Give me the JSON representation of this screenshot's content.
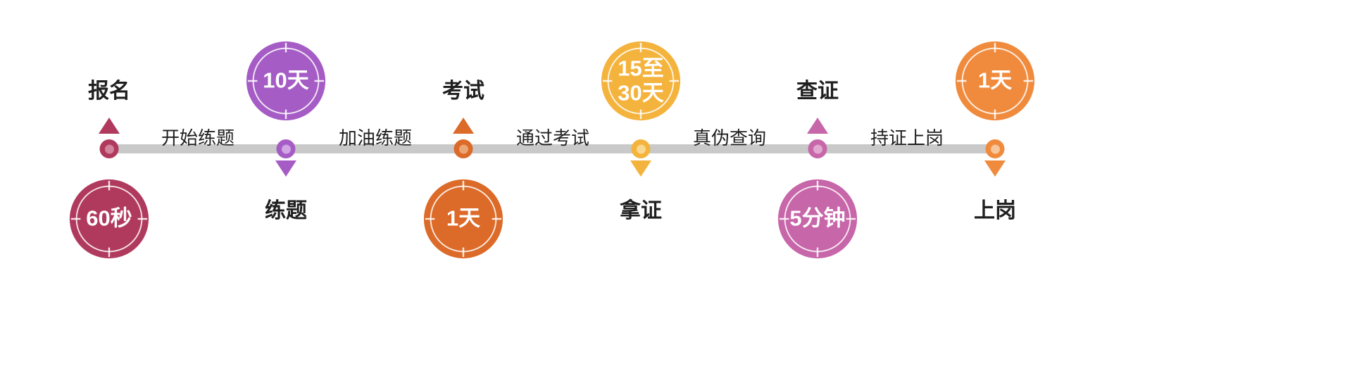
{
  "timeline": {
    "bar_color": "#c9c9c9",
    "text_color": "#1f1f1f",
    "connector_labels": [
      "开始练题",
      "加油练题",
      "通过考试",
      "真伪查询",
      "持证上岗"
    ],
    "nodes": [
      {
        "label": "报名",
        "duration": "60秒",
        "color": "#b03a5e",
        "color_light": "#d1849b",
        "layout": "label-top"
      },
      {
        "label": "练题",
        "duration": "10天",
        "color": "#a65cc5",
        "color_light": "#d0a6e4",
        "layout": "label-bottom"
      },
      {
        "label": "考试",
        "duration": "1天",
        "color": "#dc6a28",
        "color_light": "#eca673",
        "layout": "label-top"
      },
      {
        "label": "拿证",
        "duration": "15至\n30天",
        "color": "#f4b33c",
        "color_light": "#f9d892",
        "layout": "label-bottom"
      },
      {
        "label": "查证",
        "duration": "5分钟",
        "color": "#c766a9",
        "color_light": "#e1a9cf",
        "layout": "label-top"
      },
      {
        "label": "上岗",
        "duration": "1天",
        "color": "#f08b3e",
        "color_light": "#f7c699",
        "layout": "label-bottom"
      }
    ]
  }
}
